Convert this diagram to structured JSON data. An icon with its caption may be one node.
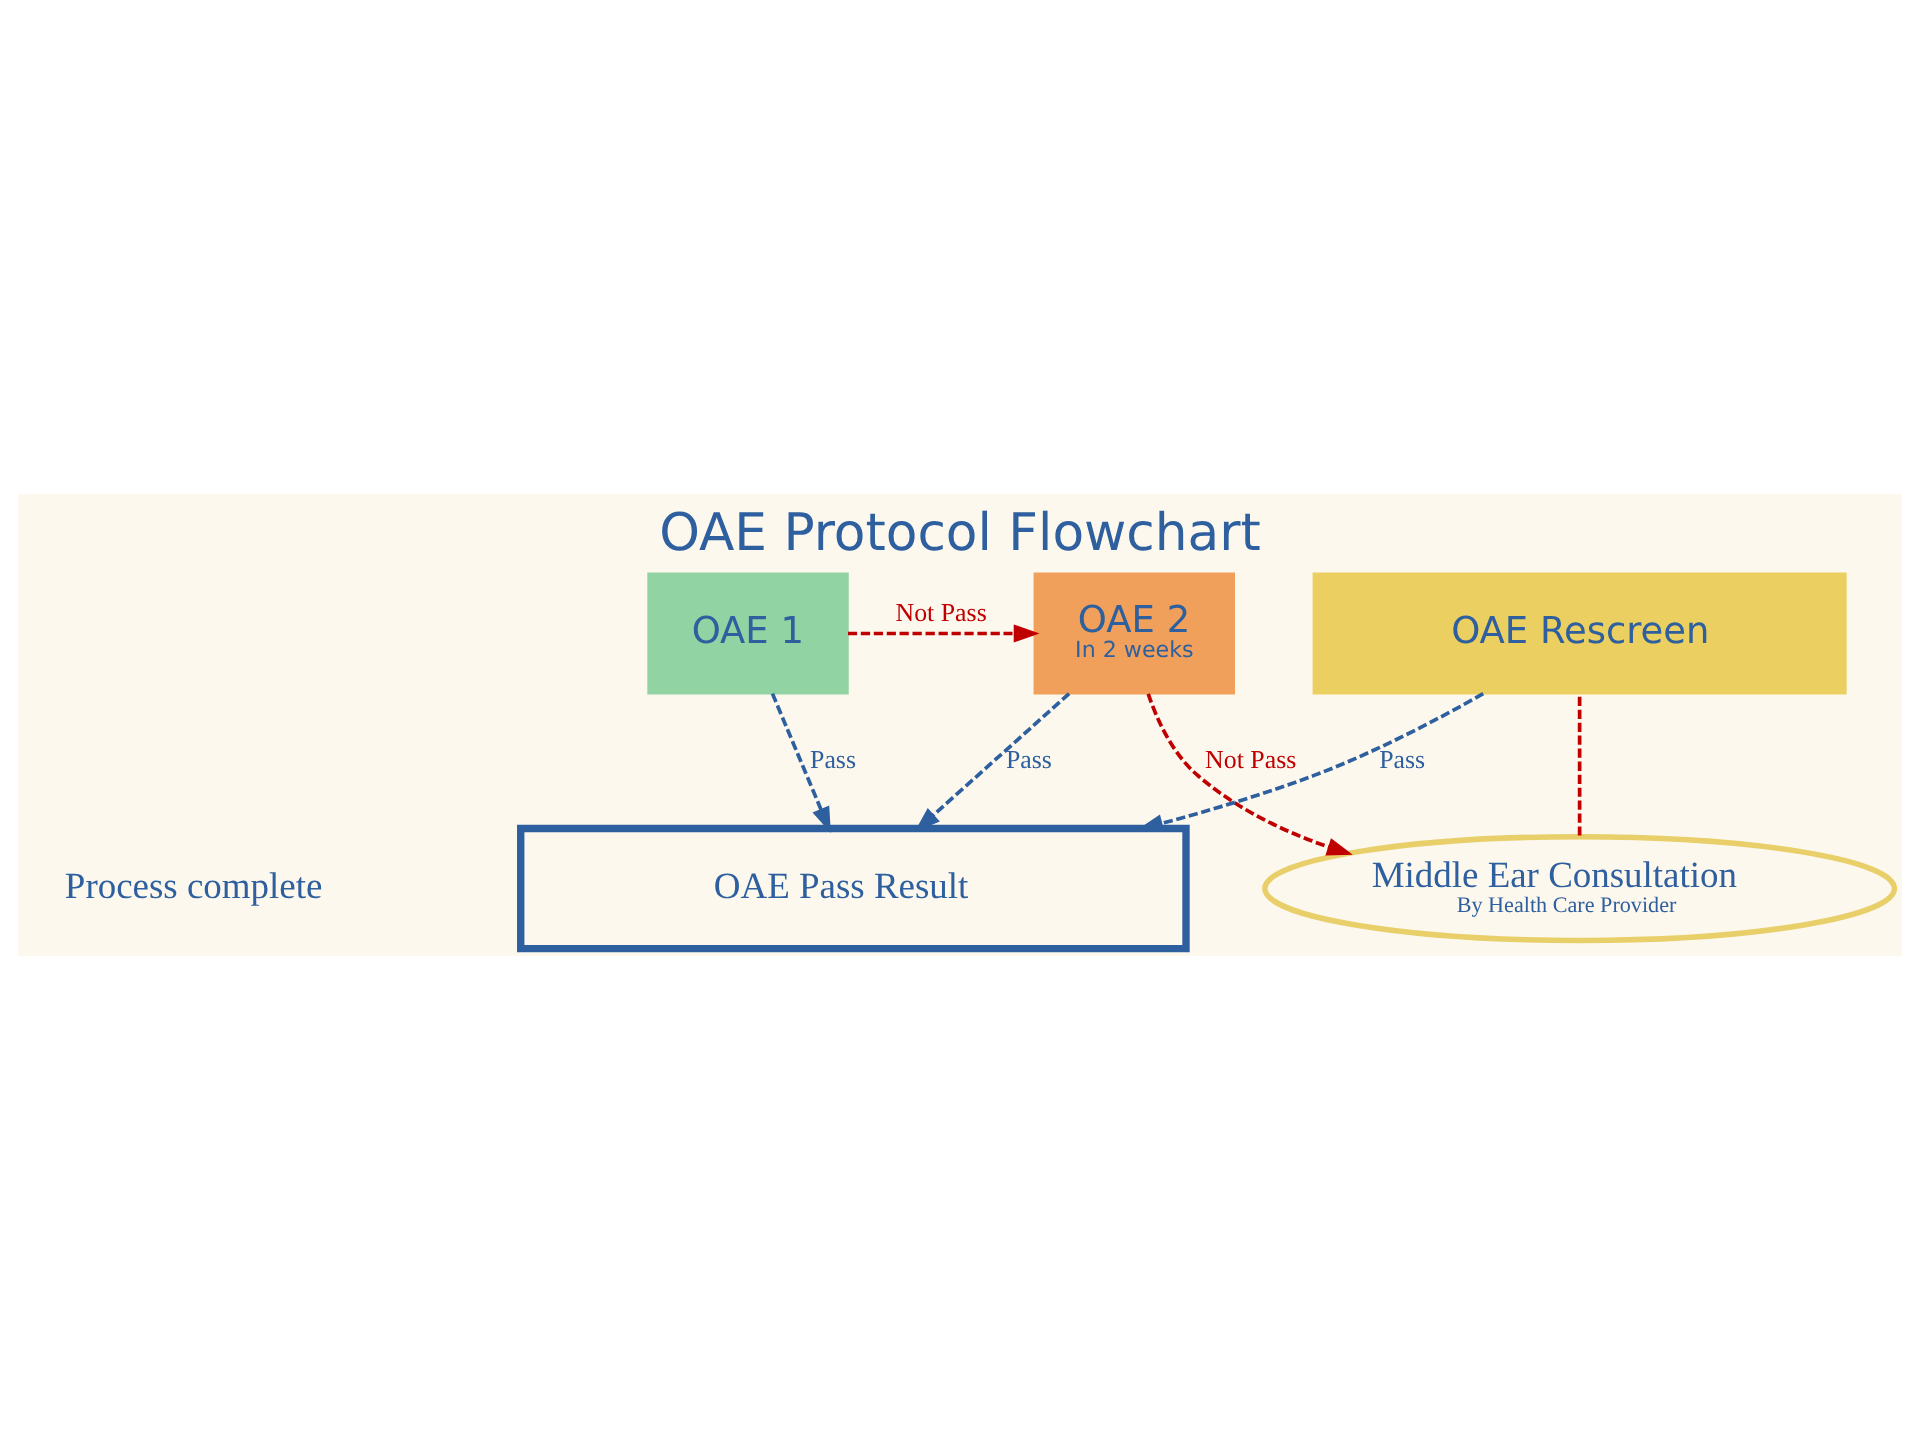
{
  "diagram": {
    "title": "OAE Protocol Flowchart",
    "nodes": [
      {
        "text": [
          "OAE 1"
        ]
      },
      {
        "text": [
          "OAE 2",
          "In 2 weeks"
        ]
      },
      {
        "text": [
          "Middle Ear Consultation",
          "By Health Care Provider"
        ]
      },
      {
        "text": [
          "OAE Rescreen"
        ]
      },
      {
        "text": [
          "OAE Pass Result"
        ]
      }
    ],
    "edges": [
      {
        "from": 0,
        "to": 1,
        "arrow": "to",
        "label": "Not Pass",
        "style": "dashed",
        "color": "#c00000"
      },
      {
        "from": 1,
        "to": 2,
        "arrow": "to",
        "label": "Not Pass",
        "style": "dashed",
        "color": "#c00000"
      },
      {
        "from": 2,
        "to": 3,
        "arrow": "none",
        "style": "dashed",
        "color": "#c00000"
      },
      {
        "from": 0,
        "to": 4,
        "arrow": "to",
        "label": "Pass",
        "style": "dashed",
        "color": "#2e5f9e"
      },
      {
        "from": 1,
        "to": 4,
        "arrow": "to",
        "label": "Pass",
        "style": "dashed",
        "color": "#2e5f9e"
      },
      {
        "from": 3,
        "to": 4,
        "arrow": "to",
        "label": "Pass",
        "style": "dashed",
        "color": "#2e5f9e"
      }
    ],
    "labels": [
      "Process complete"
    ]
  }
}
